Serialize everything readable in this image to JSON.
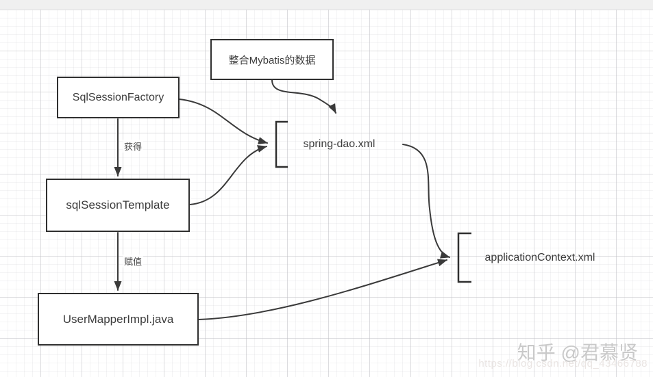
{
  "diagram": {
    "nodes": {
      "mybatis_data": {
        "label": "整合Mybatis的数据"
      },
      "sql_session_factory": {
        "label": "SqlSessionFactory"
      },
      "sql_session_template": {
        "label": "sqlSessionTemplate"
      },
      "user_mapper_impl": {
        "label": "UserMapperImpl.java"
      }
    },
    "files": {
      "spring_dao": {
        "label": "spring-dao.xml"
      },
      "application_context": {
        "label": "applicationContext.xml"
      }
    },
    "edge_labels": {
      "factory_to_template": "获得",
      "template_to_mapper": "赋值"
    },
    "colors": {
      "stroke": "#3a3a3a",
      "node_border": "#2f2f2f",
      "grid_major": "#c3c3c7",
      "grid_minor": "#e4e4e8",
      "topbar": "#f0f0f0",
      "watermark_text": "#c9c9c9",
      "watermark_url": "#eae5e3"
    }
  },
  "watermark": {
    "zhihu": "知乎 @君慕贤",
    "url": "https://blog.csdn.net/qq_43466788"
  }
}
